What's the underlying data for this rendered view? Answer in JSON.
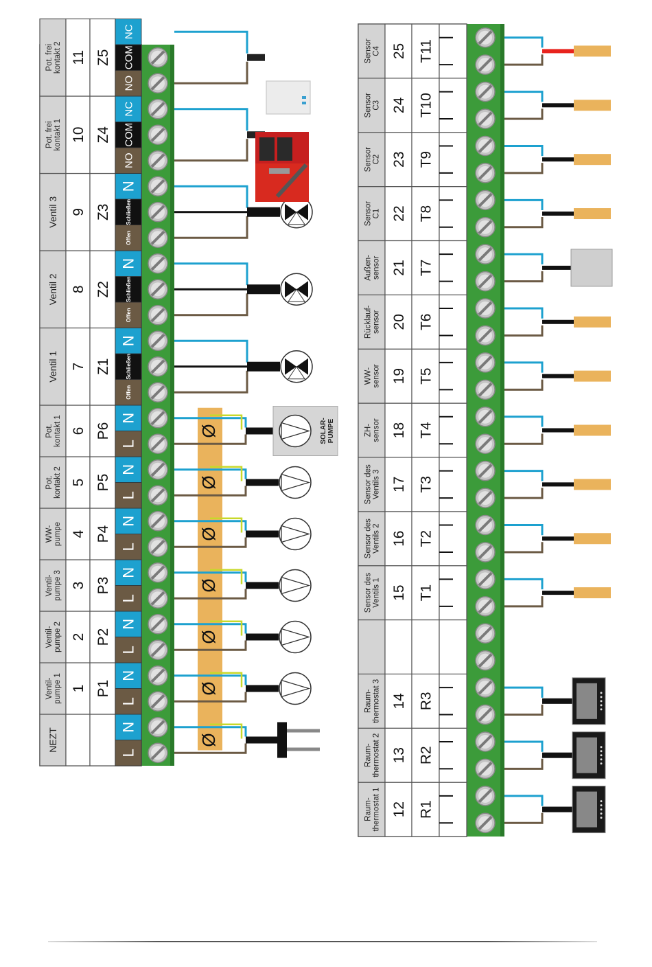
{
  "left_block": {
    "groups": [
      {
        "header": "NEZT",
        "number": "",
        "code": "",
        "terms": [
          [
            "L",
            "brown"
          ],
          [
            "N",
            "blue"
          ]
        ]
      },
      {
        "header": "Ventil-\npumpe 1",
        "number": "1",
        "code": "P1",
        "terms": [
          [
            "L",
            "brown"
          ],
          [
            "N",
            "blue"
          ]
        ]
      },
      {
        "header": "Ventil-\npumpe 2",
        "number": "2",
        "code": "P2",
        "terms": [
          [
            "L",
            "brown"
          ],
          [
            "N",
            "blue"
          ]
        ]
      },
      {
        "header": "Ventil-\npumpe 3",
        "number": "3",
        "code": "P3",
        "terms": [
          [
            "L",
            "brown"
          ],
          [
            "N",
            "blue"
          ]
        ]
      },
      {
        "header": "WW-\npumpe",
        "number": "4",
        "code": "P4",
        "terms": [
          [
            "L",
            "brown"
          ],
          [
            "N",
            "blue"
          ]
        ]
      },
      {
        "header": "Pot.\nkontakt 2",
        "number": "5",
        "code": "P5",
        "terms": [
          [
            "L",
            "brown"
          ],
          [
            "N",
            "blue"
          ]
        ]
      },
      {
        "header": "Pot.\nkontakt 1",
        "number": "6",
        "code": "P6",
        "terms": [
          [
            "L",
            "brown"
          ],
          [
            "N",
            "blue"
          ]
        ]
      },
      {
        "header": "Ventil 1",
        "number": "7",
        "code": "Z1",
        "terms": [
          [
            "Offen",
            "brown"
          ],
          [
            "Schließen",
            "black"
          ],
          [
            "N",
            "blue"
          ]
        ]
      },
      {
        "header": "Ventil 2",
        "number": "8",
        "code": "Z2",
        "terms": [
          [
            "Offen",
            "brown"
          ],
          [
            "Schließen",
            "black"
          ],
          [
            "N",
            "blue"
          ]
        ]
      },
      {
        "header": "Ventil 3",
        "number": "9",
        "code": "Z3",
        "terms": [
          [
            "Offen",
            "brown"
          ],
          [
            "Schließen",
            "black"
          ],
          [
            "N",
            "blue"
          ]
        ]
      },
      {
        "header": "Pot. frei\nkontakt 1",
        "number": "10",
        "code": "Z4",
        "terms": [
          [
            "NO",
            "brown"
          ],
          [
            "COM",
            "black"
          ],
          [
            "NC",
            "blue"
          ]
        ]
      },
      {
        "header": "Pot. frei\nkontakt 2",
        "number": "11",
        "code": "Z5",
        "terms": [
          [
            "NO",
            "brown"
          ],
          [
            "COM",
            "black"
          ],
          [
            "NC",
            "blue"
          ]
        ]
      }
    ],
    "solar_label": [
      "SOLAR-",
      "PUMPE"
    ],
    "ground_symbol": "Ø"
  },
  "right_block": {
    "groups": [
      {
        "header": "Raum-\nthermostat 1",
        "number": "12",
        "code": "R1"
      },
      {
        "header": "Raum-\nthermostat 2",
        "number": "13",
        "code": "R2"
      },
      {
        "header": "Raum-\nthermostat 3",
        "number": "14",
        "code": "R3"
      },
      {
        "header": "",
        "number": "",
        "code": ""
      },
      {
        "header": "Sensor des\nVentils 1",
        "number": "15",
        "code": "T1"
      },
      {
        "header": "Sensor des\nVentils 2",
        "number": "16",
        "code": "T2"
      },
      {
        "header": "Sensor des\nVentils 3",
        "number": "17",
        "code": "T3"
      },
      {
        "header": "ZH-\nsensor",
        "number": "18",
        "code": "T4"
      },
      {
        "header": "WW-\nsensor",
        "number": "19",
        "code": "T5"
      },
      {
        "header": "Rücklauf-\nsensor",
        "number": "20",
        "code": "T6"
      },
      {
        "header": "Außen-\nsensor",
        "number": "21",
        "code": "T7"
      },
      {
        "header": "Sensor\nC1",
        "number": "22",
        "code": "T8"
      },
      {
        "header": "Sensor\nC2",
        "number": "23",
        "code": "T9"
      },
      {
        "header": "Sensor\nC3",
        "number": "24",
        "code": "T10"
      },
      {
        "header": "Sensor\nC4",
        "number": "25",
        "code": "T11"
      }
    ]
  },
  "colors": {
    "brown": "#6b5a44",
    "blue": "#1da1cf",
    "black": "#111111",
    "green": "#3c9b3a",
    "green_dark": "#2a7a2a",
    "header_gray": "#d4d4d4",
    "orange": "#eab35c",
    "red": "#e8231d",
    "cable_light": "#c8c8c8",
    "yellow_green": "#c8d82a"
  }
}
